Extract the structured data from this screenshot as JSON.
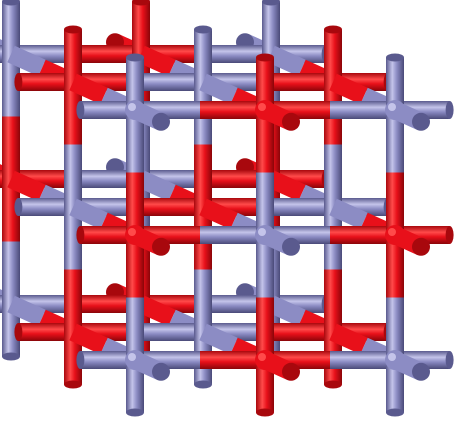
{
  "figure": {
    "description_label": "",
    "colors": {
      "red": "#e8101a",
      "red_light": "#ff4a4a",
      "red_dark": "#a8080d",
      "blue": "#8c8cc4",
      "blue_light": "#c4c4ea",
      "blue_dark": "#5a5a8e",
      "background": "#ffffff"
    },
    "lattice": {
      "type": "rock-salt cubic lattice (ball-and-stick, rod style)",
      "cells_per_axis": 3,
      "atom_types": [
        "red",
        "blue"
      ]
    }
  }
}
